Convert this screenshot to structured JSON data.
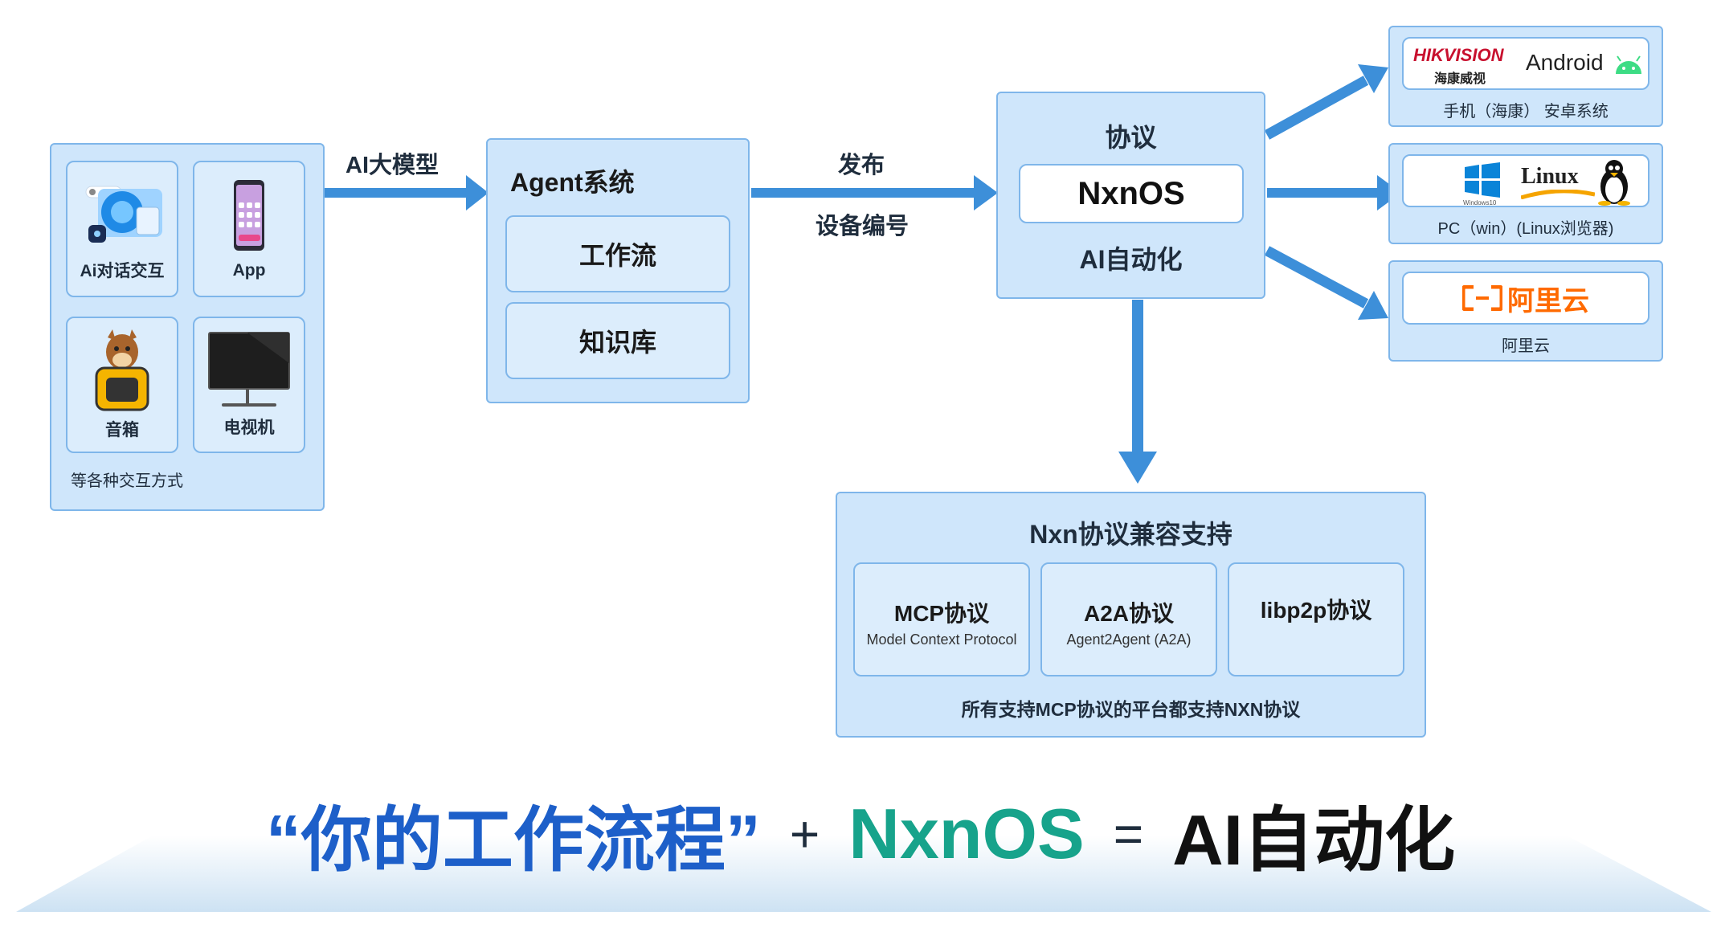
{
  "left_panel": {
    "items": [
      {
        "label": "Ai对话交互",
        "icon": "chat-app-icon"
      },
      {
        "label": "App",
        "icon": "phone-icon"
      },
      {
        "label": "音箱",
        "icon": "speaker-mascot-icon"
      },
      {
        "label": "电视机",
        "icon": "tv-icon"
      }
    ],
    "footer": "等各种交互方式"
  },
  "arrow_labels": {
    "ai_model": "AI大模型",
    "publish": "发布",
    "device_id": "设备编号"
  },
  "agent": {
    "title": "Agent系统",
    "items": [
      "工作流",
      "知识库"
    ]
  },
  "protocol": {
    "title": "协议",
    "core": "NxnOS",
    "subtitle": "AI自动化"
  },
  "targets": [
    {
      "logo_left": "HIKVISION",
      "logo_left_sub": "海康威视",
      "logo_right": "Android",
      "caption": "手机（海康） 安卓系统"
    },
    {
      "logo_left": "Windows10",
      "logo_right": "Linux",
      "caption": "PC（win）(Linux浏览器)"
    },
    {
      "logo": "阿里云",
      "caption": "阿里云"
    }
  ],
  "compat": {
    "title": "Nxn协议兼容支持",
    "boxes": [
      {
        "title": "MCP协议",
        "sub": "Model Context Protocol"
      },
      {
        "title": "A2A协议",
        "sub": "Agent2Agent (A2A)"
      },
      {
        "title": "libp2p协议",
        "sub": ""
      }
    ],
    "footer": "所有支持MCP协议的平台都支持NXN协议"
  },
  "slogan": {
    "part1": "“你的工作流程”",
    "plus": "+",
    "part2": "NxnOS",
    "eq": "=",
    "part3": "AI自动化"
  },
  "colors": {
    "arrow": "#3d8fd9",
    "slogan_blue": "#1d5fc9",
    "slogan_green": "#17a38b"
  }
}
